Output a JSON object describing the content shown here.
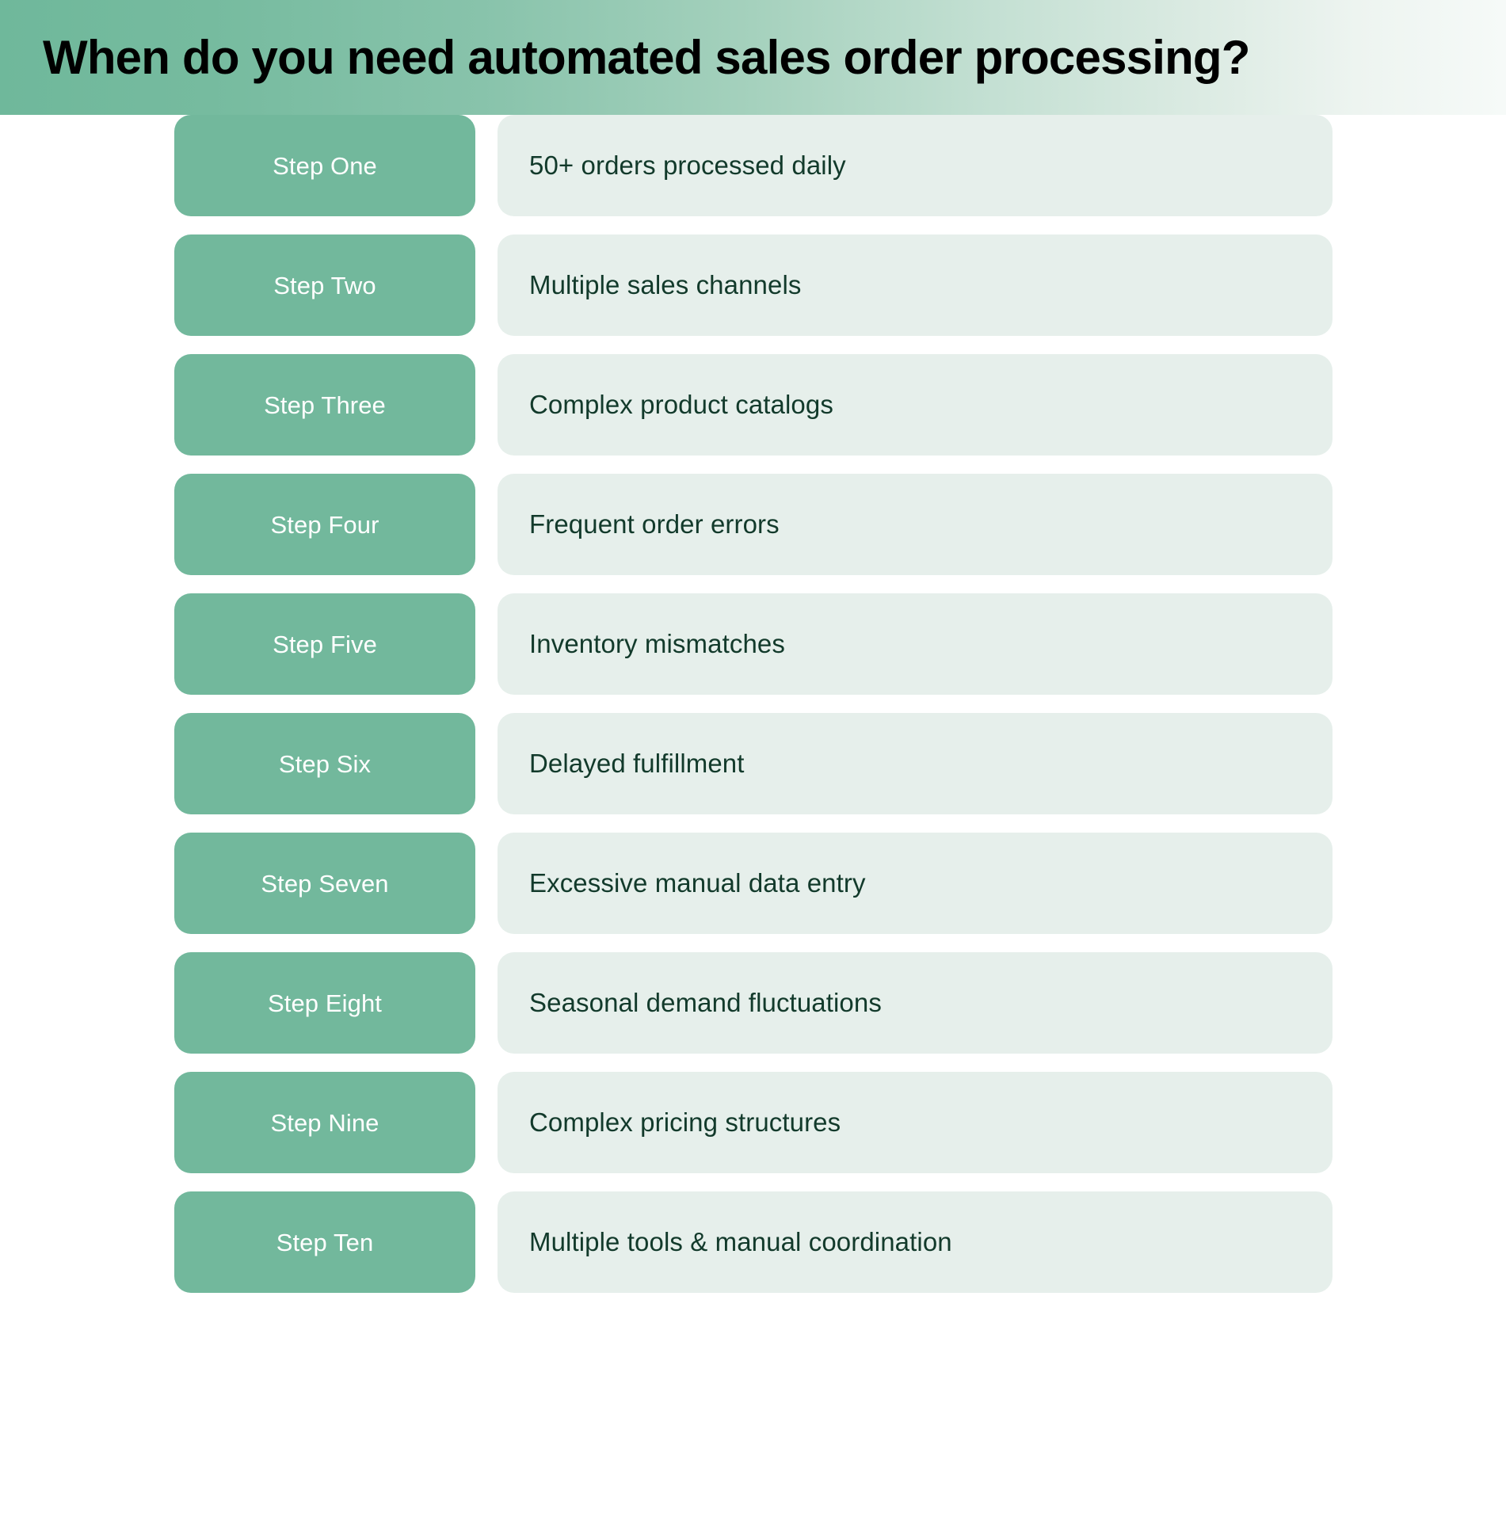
{
  "header": {
    "title": "When do you need automated sales order processing?",
    "gradient_from": "#6FB89B",
    "gradient_to": "#F6FAF8",
    "title_color": "#000000"
  },
  "theme": {
    "pill_bg": "#72B89C",
    "pill_text": "#FFFFFF",
    "panel_bg": "#E6EFEB",
    "panel_text": "#123A2B",
    "page_bg": "#FFFFFF"
  },
  "steps": [
    {
      "label": "Step One",
      "text": "50+ orders processed daily"
    },
    {
      "label": "Step Two",
      "text": "Multiple sales channels"
    },
    {
      "label": "Step Three",
      "text": "Complex product catalogs"
    },
    {
      "label": "Step Four",
      "text": "Frequent order errors"
    },
    {
      "label": "Step Five",
      "text": "Inventory mismatches"
    },
    {
      "label": "Step Six",
      "text": "Delayed fulfillment"
    },
    {
      "label": "Step Seven",
      "text": "Excessive manual data entry"
    },
    {
      "label": "Step Eight",
      "text": "Seasonal demand fluctuations"
    },
    {
      "label": "Step Nine",
      "text": "Complex pricing structures"
    },
    {
      "label": "Step Ten",
      "text": "Multiple tools & manual coordination"
    }
  ]
}
